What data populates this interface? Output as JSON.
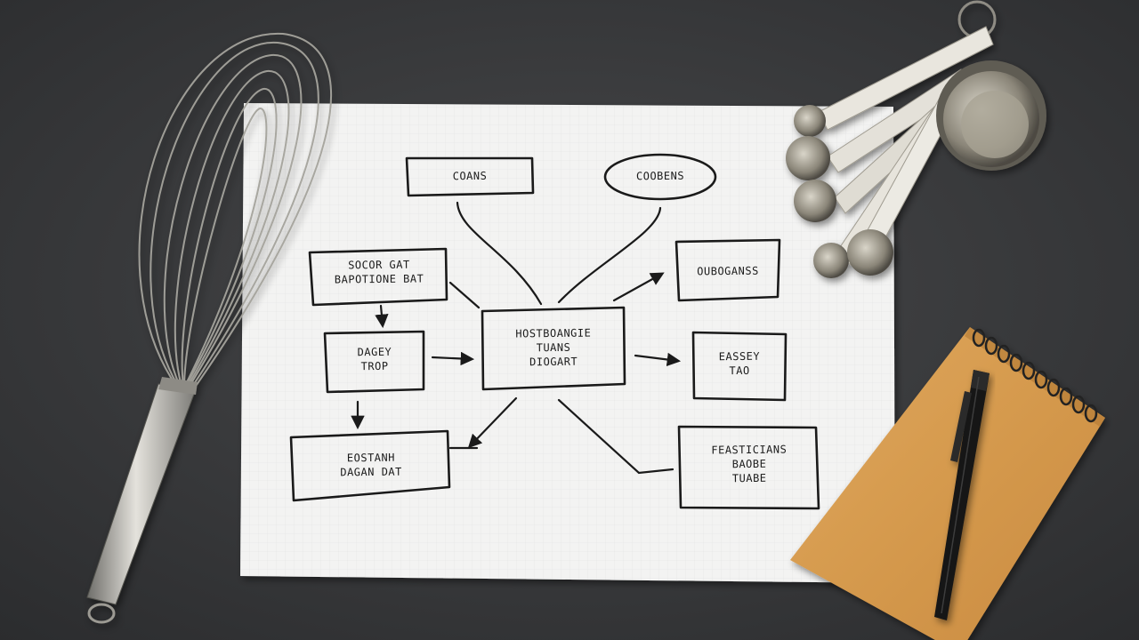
{
  "colors": {
    "tabletop": "#3a3b3d",
    "paper": "#f2f2f1",
    "ink": "#1a1a1a",
    "notepad": "#d89a4e",
    "metal": "#b9b6ad"
  },
  "diagram": {
    "nodes": [
      {
        "id": "top-left",
        "shape": "rectangle",
        "text": "COANS"
      },
      {
        "id": "top-right",
        "shape": "ellipse",
        "text": "COOBENS"
      },
      {
        "id": "left-upper",
        "shape": "rectangle",
        "text": "SOCOR GAT\nBAPOTIONE BAT"
      },
      {
        "id": "center",
        "shape": "rectangle",
        "text": "HOSTBOANGIE\nTUANS\nDIOGART"
      },
      {
        "id": "right-upper",
        "shape": "rectangle",
        "text": "OUBOGANSS"
      },
      {
        "id": "left-middle",
        "shape": "rectangle",
        "text": "DAGEY\nTROP"
      },
      {
        "id": "right-middle",
        "shape": "rectangle",
        "text": "EASSEY\nTAO"
      },
      {
        "id": "left-lower",
        "shape": "rectangle",
        "text": "EOSTANH\nDAGAN DAT"
      },
      {
        "id": "right-lower",
        "shape": "rectangle",
        "text": "FEASTICIANS\nBAOBE\nTUABE"
      }
    ]
  },
  "objects": [
    {
      "name": "whisk",
      "icon": "whisk-icon"
    },
    {
      "name": "measuring-spoons",
      "icon": "measuring-spoon-icon"
    },
    {
      "name": "notepad",
      "icon": "notepad-icon"
    },
    {
      "name": "pen",
      "icon": "pen-icon"
    }
  ]
}
